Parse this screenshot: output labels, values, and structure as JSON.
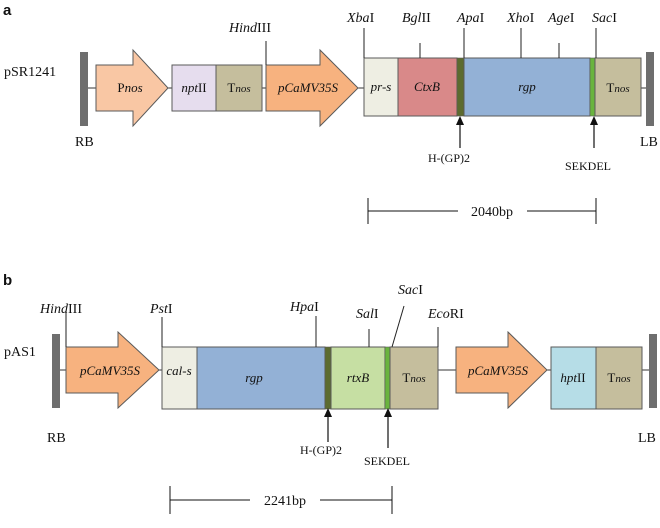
{
  "panel_a": {
    "letter": "a",
    "construct": "pSR1241",
    "rb": "RB",
    "lb": "LB",
    "elements": {
      "pnos": [
        "P",
        "nos"
      ],
      "npt": [
        "npt",
        "II"
      ],
      "tnos1": [
        "T",
        "nos"
      ],
      "pcamv": [
        "pCaMV35S"
      ],
      "prs": [
        "pr-s"
      ],
      "ctxb": [
        "CtxB"
      ],
      "rgp": [
        "rgp"
      ],
      "tnos2": [
        "T",
        "nos"
      ]
    },
    "sites": {
      "hindiii": [
        "Hind",
        "III"
      ],
      "xbai": [
        "Xba",
        "I"
      ],
      "bglii": [
        "Bgl",
        "II"
      ],
      "apai": [
        "Apa",
        "I"
      ],
      "xhoi": [
        "Xho",
        "I"
      ],
      "agei": [
        "Age",
        "I"
      ],
      "saci": [
        "Sac",
        "I"
      ]
    },
    "markers": {
      "hgp": "H-(GP)2",
      "sekdel": "SEKDEL"
    },
    "scale": "2040bp"
  },
  "panel_b": {
    "letter": "b",
    "construct": "pAS1",
    "rb": "RB",
    "lb": "LB",
    "elements": {
      "pcamv1": [
        "pCaMV35S"
      ],
      "cals": [
        "cal-s"
      ],
      "rgp": [
        "rgp"
      ],
      "rtxb": [
        "rtxB"
      ],
      "tnos1": [
        "T",
        "nos"
      ],
      "pcamv2": [
        "pCaMV35S"
      ],
      "hpt": [
        "hpt",
        "II"
      ],
      "tnos2": [
        "T",
        "nos"
      ]
    },
    "sites": {
      "hindiii": [
        "Hind",
        "III"
      ],
      "psti": [
        "Pst",
        "I"
      ],
      "hpai": [
        "Hpa",
        "I"
      ],
      "sali": [
        "Sal",
        "I"
      ],
      "saci": [
        "Sac",
        "I"
      ],
      "ecori": [
        "Eco",
        "RI"
      ]
    },
    "markers": {
      "hgp": "H-(GP)2",
      "sekdel": "SEKDEL"
    },
    "scale": "2241bp"
  },
  "colors": {
    "promoter": "#F9C7A4",
    "camv": "#F7B27F",
    "npt": "#E6DDEE",
    "tnos": "#C5BE9D",
    "signal": "#EEEEE3",
    "ctxb": "#D98989",
    "rgp": "#93B1D6",
    "rtxb": "#C6DFA3",
    "hpt": "#B6DDE7",
    "linker": "#5C6B2F",
    "sekdel": "#69B43E",
    "border": "#5A5A5A"
  }
}
